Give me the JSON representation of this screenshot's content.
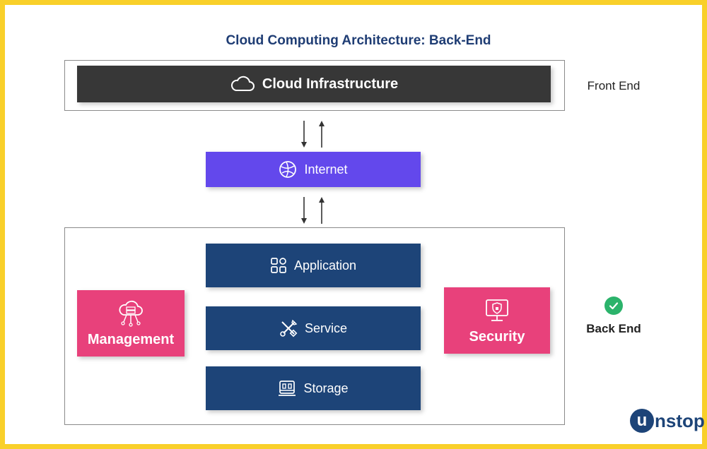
{
  "title": "Cloud Computing Architecture: Back-End",
  "front_end": {
    "block_label": "Cloud Infrastructure",
    "block_icon": "cloud-icon",
    "side_label": "Front End"
  },
  "internet": {
    "label": "Internet",
    "icon": "globe-icon"
  },
  "back_end": {
    "side_label": "Back End",
    "status_icon": "check-circle-icon",
    "stack": [
      {
        "label": "Application",
        "icon": "apps-grid-icon"
      },
      {
        "label": "Service",
        "icon": "tools-icon"
      },
      {
        "label": "Storage",
        "icon": "storage-icon"
      }
    ],
    "management": {
      "label": "Management",
      "icon": "cloud-server-icon"
    },
    "security": {
      "label": "Security",
      "icon": "monitor-shield-icon"
    }
  },
  "logo": {
    "letter": "u",
    "rest": "nstop"
  },
  "colors": {
    "border": "#f9d02a",
    "title": "#1f3d74",
    "dark_block": "#373737",
    "internet": "#6348ec",
    "navy_block": "#1d4478",
    "pink_block": "#e8417b",
    "check": "#2bb36b"
  }
}
